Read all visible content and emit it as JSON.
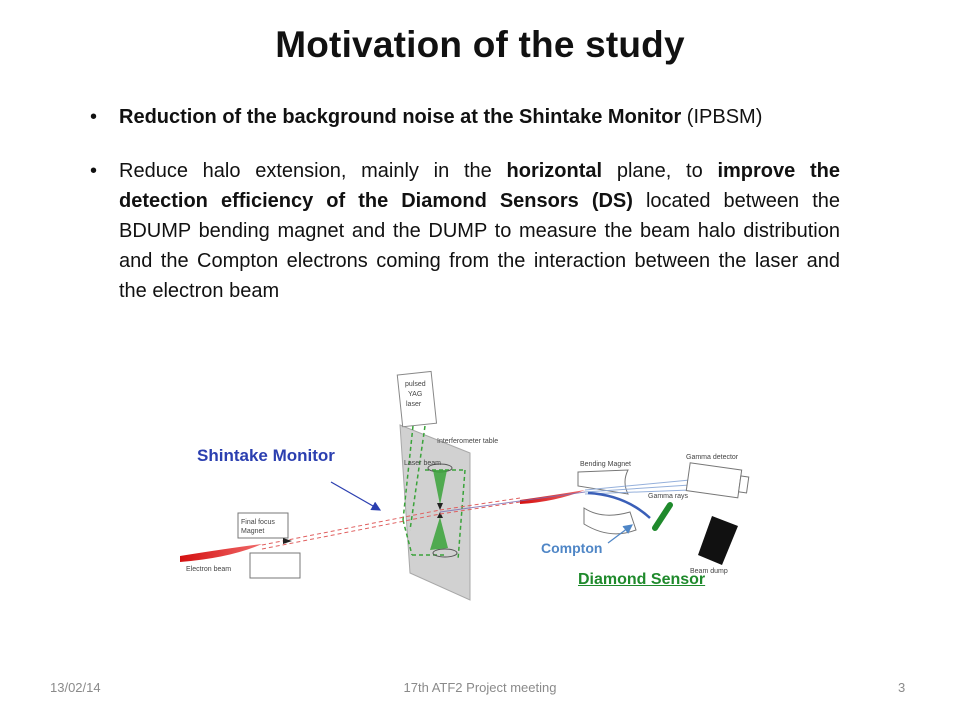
{
  "slide": {
    "title": "Motivation of the study"
  },
  "bullets": [
    {
      "segments": [
        {
          "text": "Reduction of the background noise at the Shintake Monitor",
          "bold": true
        },
        {
          "text": " (IPBSM)",
          "bold": false
        }
      ]
    },
    {
      "segments": [
        {
          "text": "Reduce halo extension, mainly in the ",
          "bold": false
        },
        {
          "text": "horizontal",
          "bold": true
        },
        {
          "text": " plane, to ",
          "bold": false
        },
        {
          "text": "improve the detection efficiency of the Diamond Sensors (DS)",
          "bold": true
        },
        {
          "text": " located between the BDUMP bending magnet and the DUMP to measure the beam halo distribution and the Compton electrons coming from the interaction between the laser and the electron beam",
          "bold": false
        }
      ]
    }
  ],
  "figure": {
    "callouts": {
      "shintake_monitor": "Shintake Monitor",
      "compton": "Compton",
      "diamond_sensor": "Diamond Sensor"
    },
    "diagram_labels": {
      "laser_line1": "pulsed",
      "laser_line2": "YAG",
      "laser_line3": "laser",
      "interferometer_table": "Interferometer table",
      "laser_beam": "Laser beam",
      "final_focus_line1": "Final focus",
      "final_focus_line2": "Magnet",
      "electron_beam": "Electron beam",
      "bending_magnet": "Bending Magnet",
      "gamma_detector": "Gamma detector",
      "gamma_rays": "Gamma rays",
      "beam_dump": "Beam dump"
    },
    "colors": {
      "shintake_label": "#2b3fb0",
      "compton_label": "#4f86c6",
      "diamond_label": "#1f8a2c",
      "electron_beam": "#e02020",
      "laser_path": "#3aa33a"
    }
  },
  "footer": {
    "date": "13/02/14",
    "meeting": "17th ATF2 Project meeting",
    "page": "3"
  }
}
